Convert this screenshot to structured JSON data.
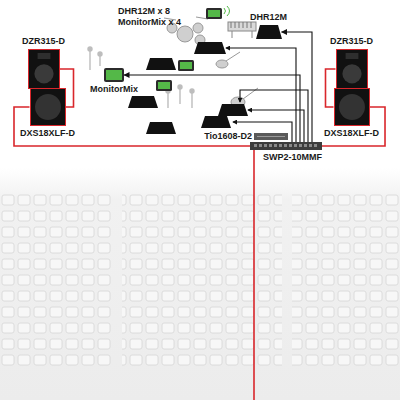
{
  "diagram": {
    "nodes": [
      {
        "text": [
          "DZR315-D"
        ]
      },
      {
        "text": [
          "DHR12M"
        ]
      },
      {
        "text": [
          "DZR315-D"
        ]
      },
      {
        "text": [
          "MonitorMix"
        ]
      },
      {
        "text": [
          "DXS18XLF-D"
        ]
      },
      {
        "text": [
          "DXS18XLF-D"
        ]
      },
      {
        "text": [
          "Tio1608-D2"
        ]
      },
      {
        "text": [
          "SWP2-10MMF"
        ]
      }
    ],
    "edges": [
      {
        "from": 0,
        "to": 4,
        "arrow": "none"
      },
      {
        "from": 4,
        "to": 7,
        "arrow": "none"
      },
      {
        "from": 2,
        "to": 5,
        "arrow": "none"
      },
      {
        "from": 5,
        "to": 7,
        "arrow": "none"
      },
      {
        "from": 7,
        "to": 1,
        "arrow": "to"
      },
      {
        "from": 7,
        "to": 3,
        "arrow": "to"
      }
    ],
    "labels": [
      "DHR12M x 8",
      "MonitorMix x 4"
    ]
  }
}
